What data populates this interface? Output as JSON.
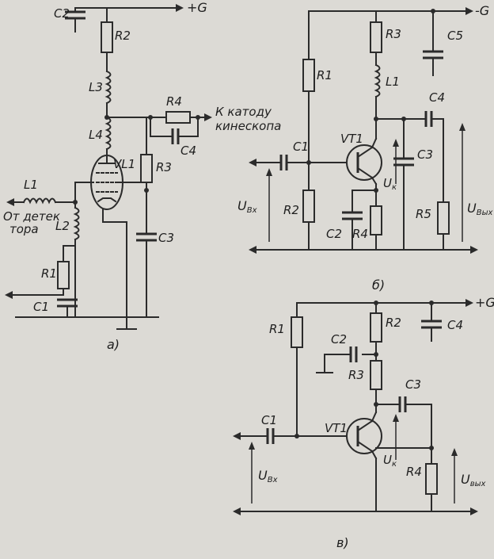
{
  "panel_a": {
    "caption": "а)",
    "supply": "+G",
    "to_cathode_1": "К катоду",
    "to_cathode_2": "кинескопа",
    "from_det_1": "От детек",
    "from_det_2": "тора",
    "C2": "C2",
    "R2": "R2",
    "L3": "L3",
    "R4": "R4",
    "C4": "C4",
    "L4": "L4",
    "VL1": "VL1",
    "R3": "R3",
    "L1": "L1",
    "L2": "L2",
    "R1": "R1",
    "C3": "C3",
    "C1": "C1"
  },
  "panel_b": {
    "caption": "б)",
    "supply": "-G",
    "R1": "R1",
    "R3": "R3",
    "C5": "C5",
    "L1": "L1",
    "C4": "C4",
    "VT1": "VT1",
    "C1": "C1",
    "C3": "C3",
    "U": "U",
    "k": "к",
    "R2": "R2",
    "R5": "R5",
    "C2": "C2",
    "R4": "R4",
    "Uvx_u": "U",
    "Uvx_sub": "Вх",
    "Uvyx_u": "U",
    "Uvyx_sub": "Вых"
  },
  "panel_c": {
    "caption": "в)",
    "supply": "+G",
    "R1": "R1",
    "R2": "R2",
    "C2": "C2",
    "C4": "C4",
    "R3": "R3",
    "C3": "C3",
    "C1": "C1",
    "VT1": "VT1",
    "U": "U",
    "k": "к",
    "R4": "R4",
    "Uvx_u": "U",
    "Uvx_sub": "Вх",
    "Uvyx_u": "U",
    "Uvyx_sub": "вых"
  }
}
